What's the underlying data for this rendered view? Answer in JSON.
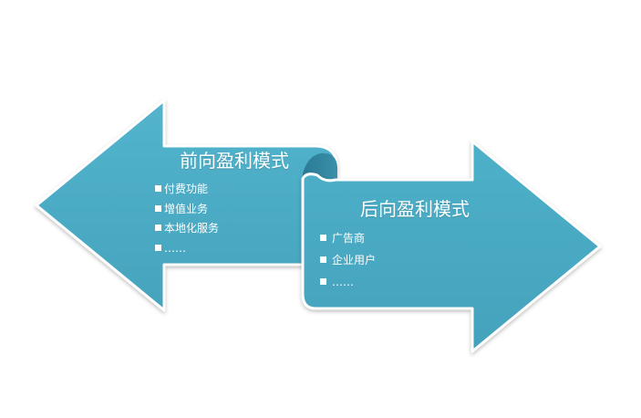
{
  "diagram": {
    "left_panel": {
      "title": "前向盈利模式",
      "items": [
        "付费功能",
        "增值业务",
        "本地化服务",
        "……"
      ]
    },
    "right_panel": {
      "title": "后向盈利模式",
      "items": [
        "广告商",
        "企业用户",
        "……"
      ]
    },
    "colors": {
      "arrow_fill": "#49aac4",
      "arrow_dark": "#2f7f99",
      "text": "#ffffff"
    }
  }
}
